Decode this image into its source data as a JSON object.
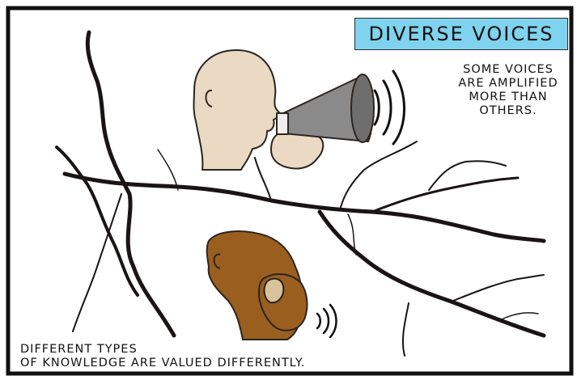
{
  "title": "DIVERSE VOICES",
  "caption_top": [
    "SOME VOICES",
    "ARE AMPLIFIED",
    "MORE THAN",
    "OTHERS."
  ],
  "caption_bottom": [
    "DIFFERENT TYPES",
    "OF KNOWLEDGE ARE VALUED DIFFERENTLY."
  ],
  "colors": {
    "title_bg": "#7fd3ee",
    "light_skin": "#ead9c3",
    "dark_skin": "#9a5f1f",
    "megaphone": "#8a8a8a",
    "crack": "#1a1414",
    "frame": "#111111"
  }
}
